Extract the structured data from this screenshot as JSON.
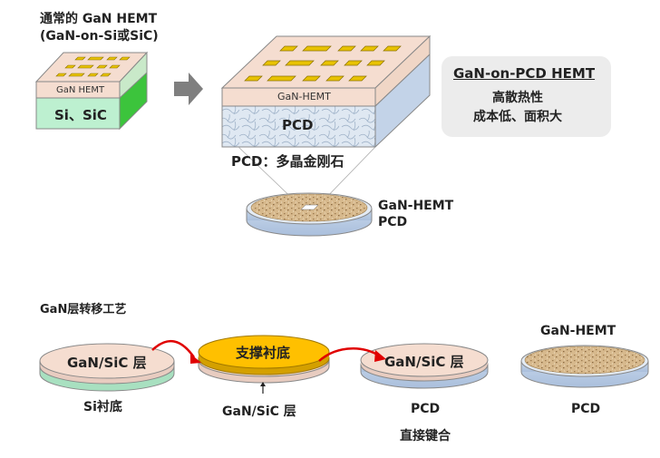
{
  "top": {
    "conventional_title_line1": "通常的 GaN HEMT",
    "conventional_title_line2": "(GaN-on-Si或SiC)",
    "conventional_gan_layer": "GaN HEMT",
    "conventional_substrate": "Si、SiC",
    "pcd_gan_layer": "GaN-HEMT",
    "pcd_substrate": "PCD",
    "pcd_caption": "PCD：多晶金刚石",
    "wafer_label_gan": "GaN-HEMT",
    "wafer_label_pcd": "PCD",
    "info_box": {
      "title": "GaN-on-PCD HEMT",
      "line1": "高散热性",
      "line2": "成本低、面积大"
    }
  },
  "bottom": {
    "section_title": "GaN层转移工艺",
    "step1_layer": "GaN/SiC 层",
    "step1_substrate": "Si衬底",
    "step2_layer": "支撑衬底",
    "step2_bottom_label": "GaN/SiC 层",
    "step3_layer": "GaN/SiC 层",
    "step3_substrate": "PCD",
    "step3_process": "直接键合",
    "step4_top": "GaN-HEMT",
    "step4_bottom": "PCD"
  },
  "colors": {
    "gan_layer": "#f5ddd0",
    "si_substrate": "#bdf0d0",
    "si_side": "#3cc43c",
    "pcd": "#dde7f2",
    "support": "#ffc000",
    "arrow_red": "#e00000",
    "pad_yellow": "#e8c200",
    "info_box": "#ececec",
    "grey_arrow": "#7f7f7f"
  }
}
